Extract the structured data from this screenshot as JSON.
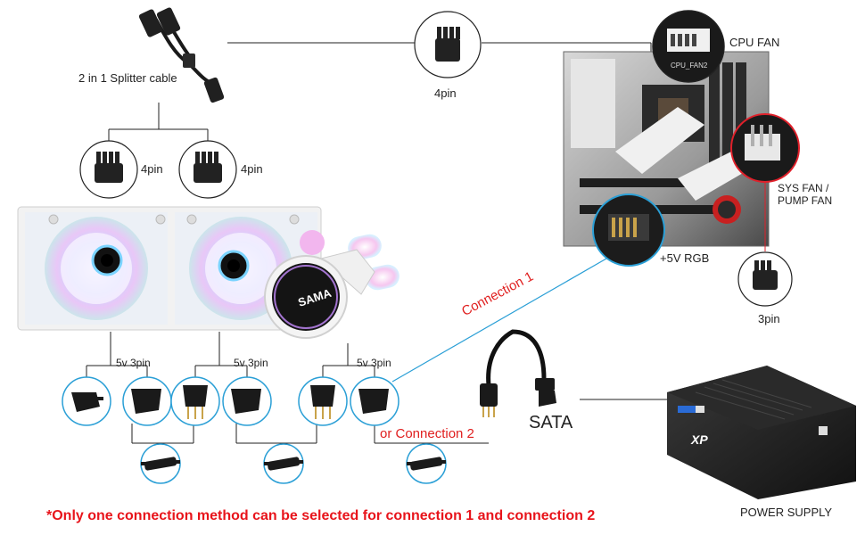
{
  "labels": {
    "splitter": "2 in 1 Splitter cable",
    "pin4_top": "4pin",
    "pin4_left": "4pin",
    "pin4_right": "4pin",
    "cpu_fan": "CPU FAN",
    "sys_fan_line1": "SYS FAN /",
    "sys_fan_line2": "PUMP FAN",
    "rgb": "+5V RGB",
    "pin3": "3pin",
    "v3pin_1": "5v 3pin",
    "v3pin_2": "5v 3pin",
    "v3pin_3": "5v 3pin",
    "connection1": "Connection 1",
    "connection2": "or Connection 2",
    "sata": "SATA",
    "power_supply": "POWER SUPPLY",
    "note": "*Only one connection method can be selected for connection 1 and connection 2"
  },
  "product": {
    "pump_brand": "SAMA",
    "header_silk": "CPU_FAN2",
    "psu_brand": "XP"
  },
  "colors": {
    "connector_circle": "#2a9fd6",
    "connection_line": "#2a9fd6",
    "sys_fan_ring": "#e0202a",
    "note": "#e8141b",
    "connection_label": "#e02020"
  }
}
